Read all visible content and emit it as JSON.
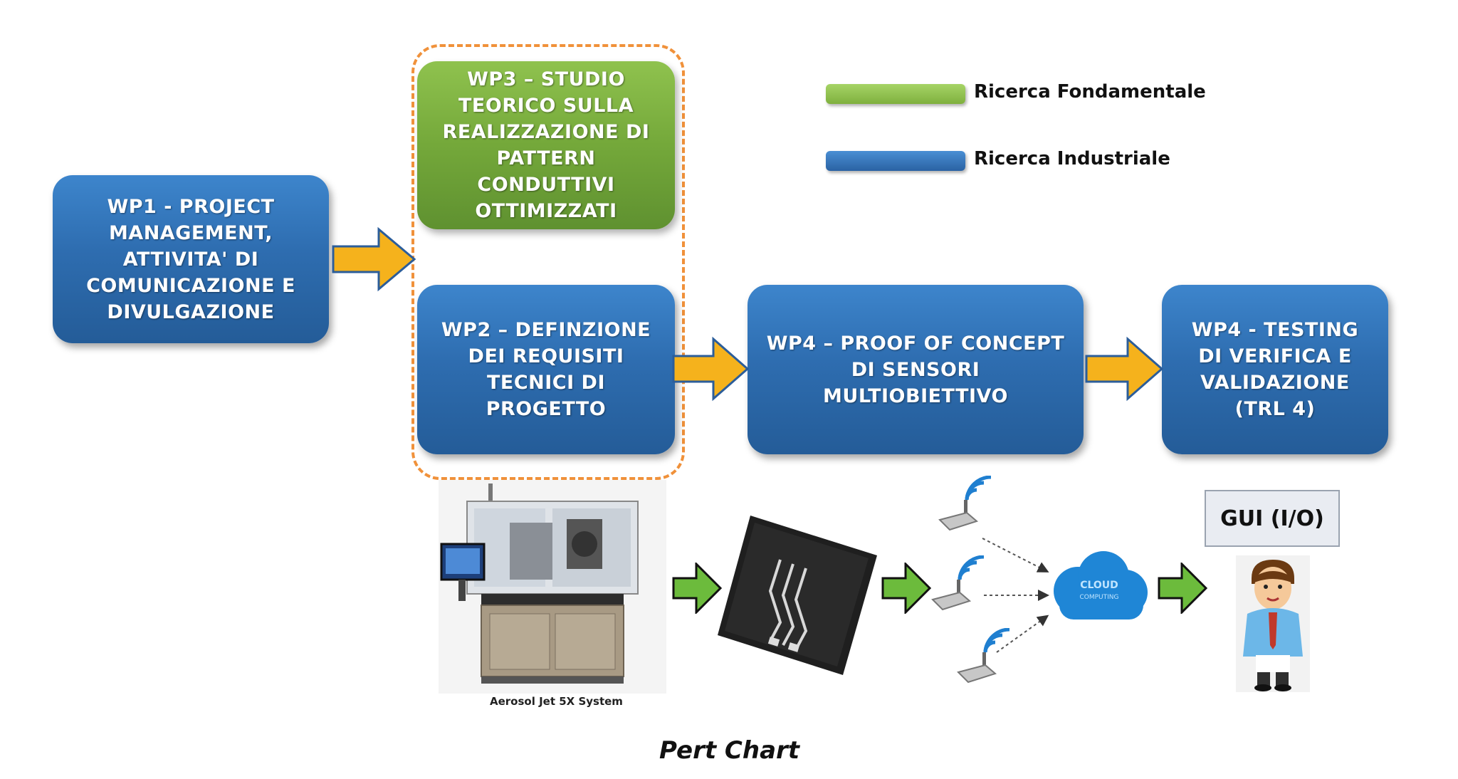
{
  "legend": {
    "fondamentale": {
      "label": "Ricerca Fondamentale",
      "color": "#8dc14c"
    },
    "industriale": {
      "label": "Ricerca Industriale",
      "color": "#2f6fb3"
    }
  },
  "nodes": {
    "wp1": "WP1 - PROJECT MANAGEMENT, ATTIVITA' DI COMUNICAZIONE E DIVULGAZIONE",
    "wp3": "WP3 – STUDIO TEORICO SULLA REALIZZAZIONE DI PATTERN CONDUTTIVI OTTIMIZZATI",
    "wp2": "WP2 – DEFINZIONE DEI REQUISITI TECNICI DI PROGETTO",
    "wp4_proof": "WP4 – PROOF OF CONCEPT DI SENSORI MULTIOBIETTIVO",
    "wp4_testing": "WP4 - TESTING DI VERIFICA E VALIDAZIONE (TRL 4)"
  },
  "images": {
    "printer_caption": "Aerosol Jet 5X System",
    "cloud_title": "CLOUD",
    "cloud_subtitle": "COMPUTING",
    "gui_label": "GUI (I/O)"
  },
  "caption": "Pert Chart",
  "colors": {
    "orange_arrow": "#f5b21c",
    "green_arrow": "#6cbb3c",
    "dashed_border": "#f0913a"
  }
}
